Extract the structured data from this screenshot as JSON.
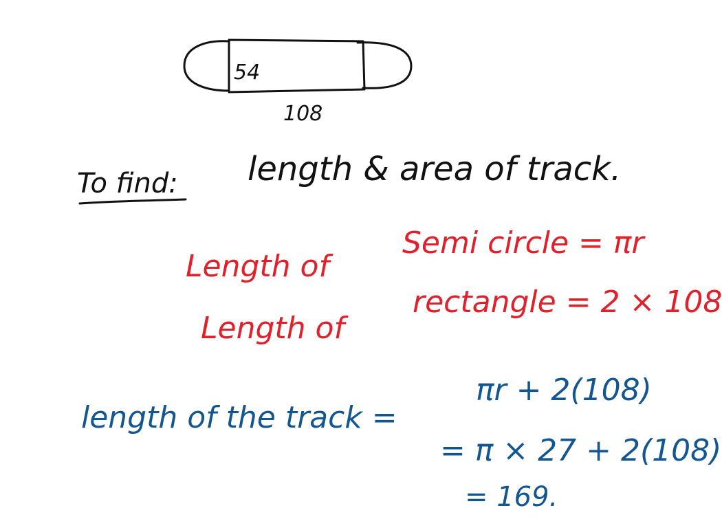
{
  "diagram": {
    "rect_width_label": "54",
    "rect_length_label": "108",
    "ink": "#111111"
  },
  "heading": {
    "label": "To find:",
    "text": "length & area of track."
  },
  "red_lines": {
    "color": "#e0202a",
    "line1_left": "Length of",
    "line1_right": "Semi circle = πr",
    "line2_left": "Length of",
    "line2_right": "rectangle = 2 × 108"
  },
  "blue_lines": {
    "color": "#14568f",
    "line1_left": "length of the track =",
    "line1_right": "πr + 2(108)",
    "line2": "= π × 27 + 2(108)",
    "line3": "= 169."
  }
}
